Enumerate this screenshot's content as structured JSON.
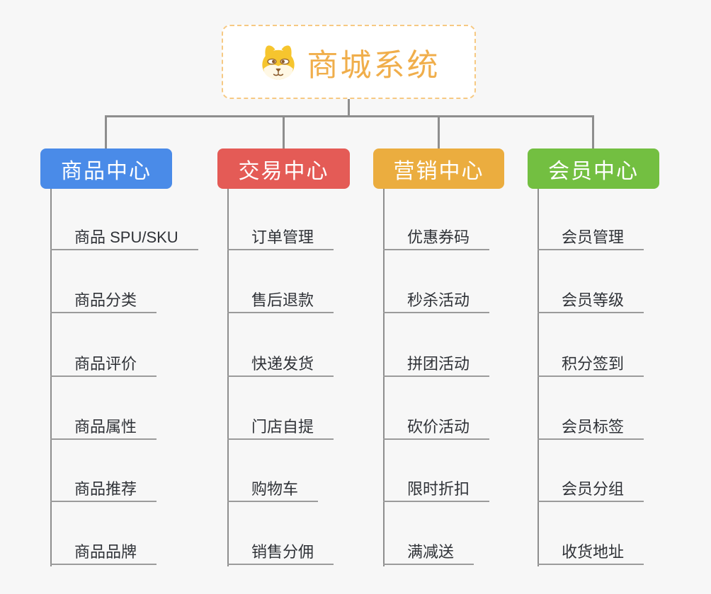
{
  "page": {
    "background_color": "#F7F7F7"
  },
  "root": {
    "title": "商城系统",
    "icon": "shiba-dog-icon",
    "title_color": "#F0AE4B",
    "border_color": "#F6C983",
    "background_color": "#FFFFFF"
  },
  "connectors": {
    "line_color": "#8E8E8E",
    "underline_color": "#9B9B9B"
  },
  "branches": [
    {
      "label": "商品中心",
      "color": "#4A8BE8",
      "children": [
        "商品 SPU/SKU",
        "商品分类",
        "商品评价",
        "商品属性",
        "商品推荐",
        "商品品牌"
      ]
    },
    {
      "label": "交易中心",
      "color": "#E45B56",
      "children": [
        "订单管理",
        "售后退款",
        "快递发货",
        "门店自提",
        "购物车",
        "销售分佣"
      ]
    },
    {
      "label": "营销中心",
      "color": "#EBAD3F",
      "children": [
        "优惠券码",
        "秒杀活动",
        "拼团活动",
        "砍价活动",
        "限时折扣",
        "满减送"
      ]
    },
    {
      "label": "会员中心",
      "color": "#73BF41",
      "children": [
        "会员管理",
        "会员等级",
        "积分签到",
        "会员标签",
        "会员分组",
        "收货地址"
      ]
    }
  ]
}
